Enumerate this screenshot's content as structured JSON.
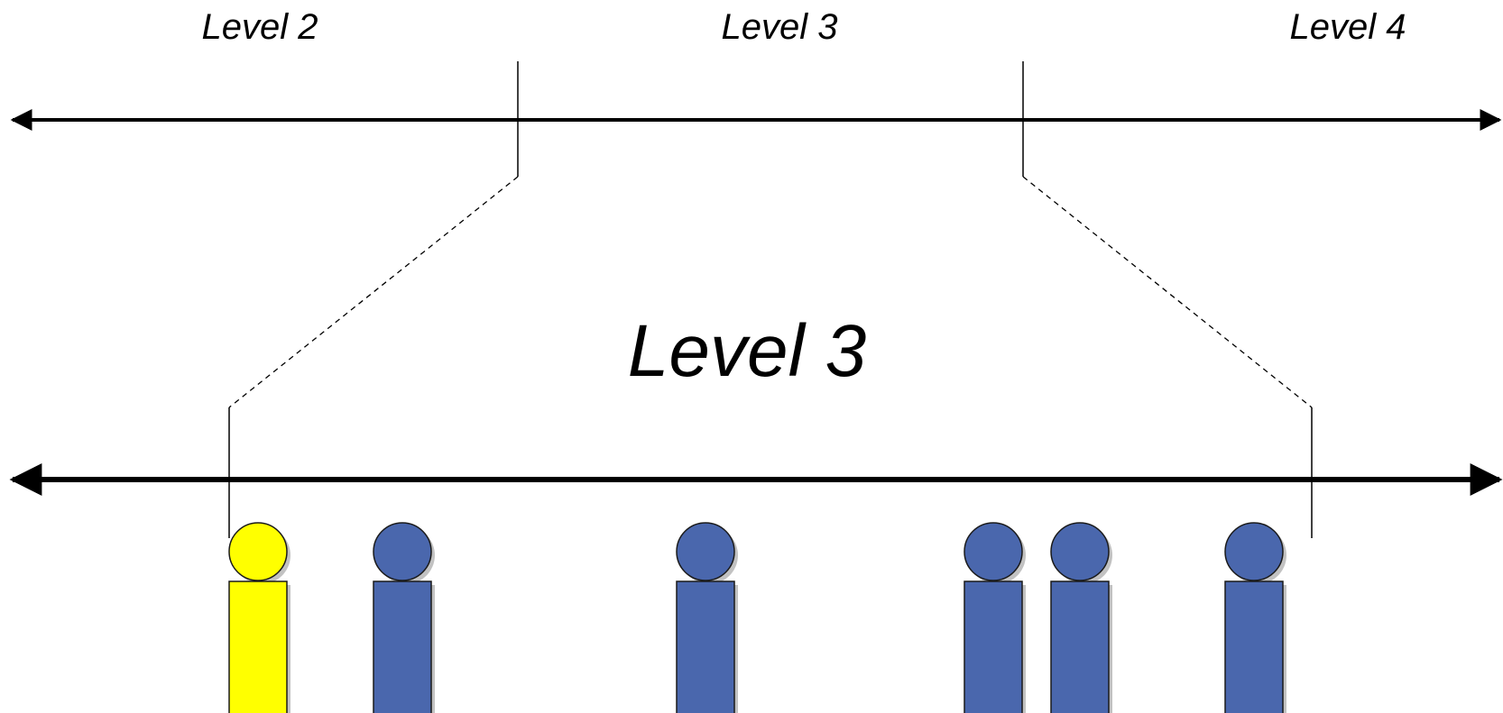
{
  "top_levels": [
    "Level 2",
    "Level 3",
    "Level 4"
  ],
  "zoom_title": "Level 3",
  "figures": [
    {
      "color": "yellow"
    },
    {
      "color": "blue"
    },
    {
      "color": "blue"
    },
    {
      "color": "blue"
    },
    {
      "color": "blue"
    },
    {
      "color": "blue"
    }
  ],
  "colors": {
    "line": "#000000",
    "figure_blue": "#4a67ad",
    "figure_yellow": "#ffff00",
    "figure_outline": "#1a1a1a",
    "shadow": "#9a9a9a"
  }
}
